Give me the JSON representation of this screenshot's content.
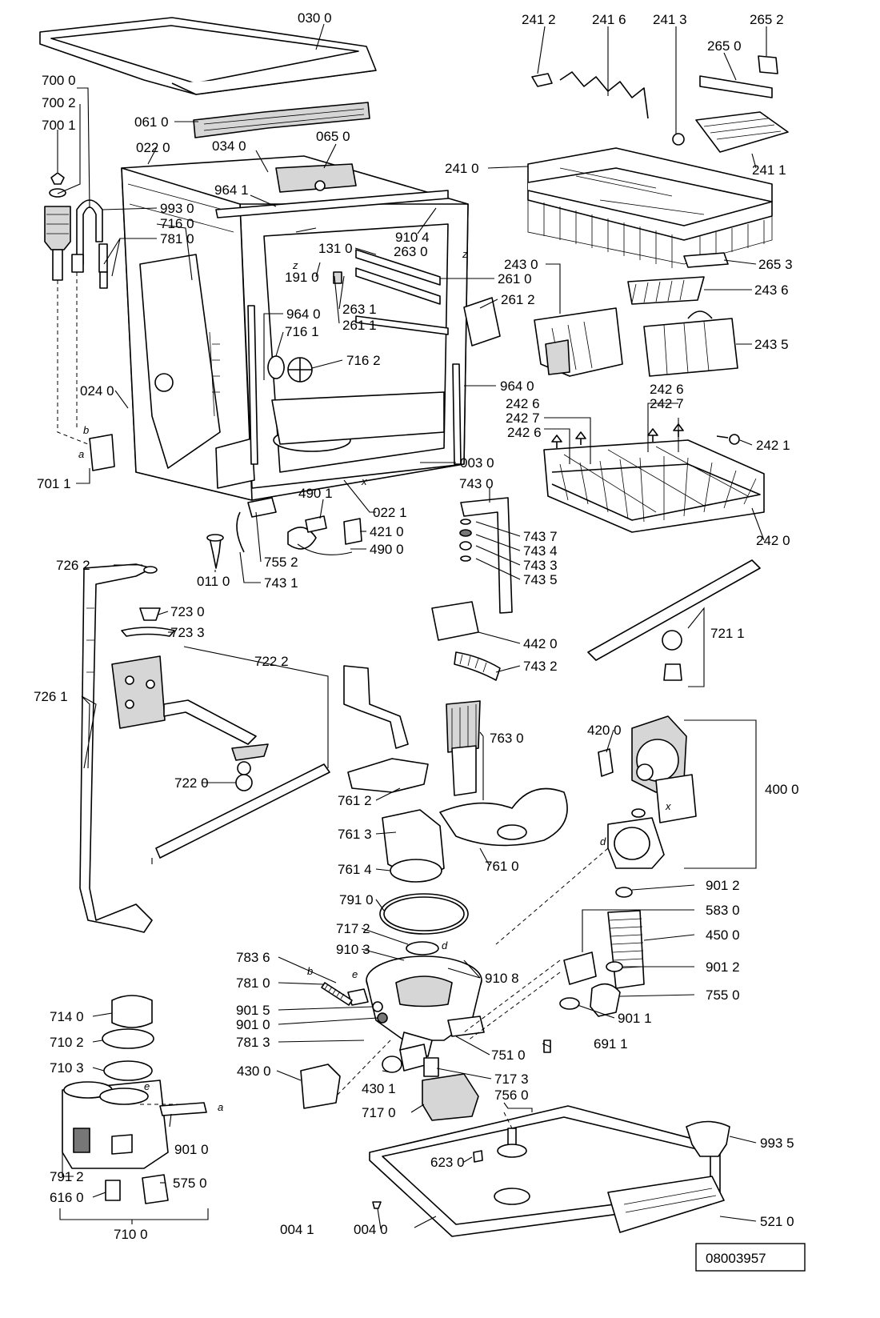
{
  "diagram": {
    "document_code": "08003957",
    "callouts": {
      "c0300": "030 0",
      "c0610": "061 0",
      "c0220": "022 0",
      "c0340": "034 0",
      "c0650": "065 0",
      "c7000": "700 0",
      "c7002": "700 2",
      "c7001": "700 1",
      "c9930": "993 0",
      "c7160": "716 0",
      "c7810": "781 0",
      "c9641": "964 1",
      "c1310": "131 0",
      "c9104": "910 4",
      "c2630": "263 0",
      "c1910": "191 0",
      "c9640a": "964 0",
      "c2631": "263 1",
      "c2611": "261 1",
      "c7161": "716 1",
      "c7162": "716 2",
      "c2610": "261 0",
      "c2612": "261 2",
      "c9640b": "964 0",
      "c0240": "024 0",
      "c0030": "003 0",
      "c7011": "701 1",
      "c0221": "022 1",
      "c4901": "490 1",
      "c4210": "421 0",
      "c4900": "490 0",
      "c0110": "011 0",
      "c7552": "755 2",
      "c7431": "743 1",
      "c2412": "241 2",
      "c2416": "241 6",
      "c2413": "241 3",
      "c2652": "265 2",
      "c2650": "265 0",
      "c2410": "241 0",
      "c2411": "241 1",
      "c2653": "265 3",
      "c2430": "243 0",
      "c2436": "243 6",
      "c2435": "243 5",
      "c2426a": "242 6",
      "c2427a": "242 7",
      "c2427b": "242 7",
      "c2426b": "242 6",
      "c2421": "242 1",
      "c2420": "242 0",
      "c7430": "743 0",
      "c7437": "743 7",
      "c7434": "743 4",
      "c7433": "743 3",
      "c7435": "743 5",
      "c4420": "442 0",
      "c7432": "743 2",
      "c7211": "721 1",
      "c7262": "726 2",
      "c7230": "723 0",
      "c7233": "723 3",
      "c7222": "722 2",
      "c7261": "726 1",
      "c7220": "722 0",
      "c7630": "763 0",
      "c7612": "761 2",
      "c7613": "761 3",
      "c7614": "761 4",
      "c7610": "761 0",
      "c4200": "420 0",
      "c4000": "400 0",
      "c7910": "791 0",
      "c9012a": "901 2",
      "c7172": "717 2",
      "c5830": "583 0",
      "c9103": "910 3",
      "c4500": "450 0",
      "c7836": "783 6",
      "c9108": "910 8",
      "c9012b": "901 2",
      "c7810b": "781 0",
      "c7550": "755 0",
      "c9015": "901 5",
      "c9010a": "901 0",
      "c9011": "901 1",
      "c7813": "781 3",
      "c7510": "751 0",
      "c6911": "691 1",
      "c7140": "714 0",
      "c7102": "710 2",
      "c7103": "710 3",
      "c4300": "430 0",
      "c4301": "430 1",
      "c7173": "717 3",
      "c7560": "756 0",
      "c7170": "717 0",
      "c9935": "993 5",
      "c9010b": "901 0",
      "c6230": "623 0",
      "c7912": "791 2",
      "c5750": "575 0",
      "c6160": "616 0",
      "c5210": "521 0",
      "c7100": "710 0",
      "c0041": "004 1",
      "c0040": "004 0"
    },
    "letter_marks": {
      "a1": "a",
      "b1": "b",
      "a2": "a",
      "b2": "b",
      "e1": "e",
      "e2": "e",
      "x1": "x",
      "x2": "x",
      "z1": "z",
      "z2": "z",
      "d1": "d",
      "d2": "d"
    }
  }
}
